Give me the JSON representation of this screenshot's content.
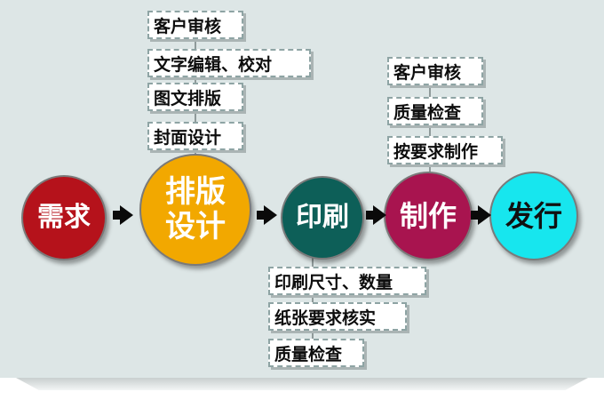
{
  "nodes": {
    "demand": "需求",
    "design_line1": "排版",
    "design_line2": "设计",
    "print": "印刷",
    "make": "制作",
    "publish": "发行"
  },
  "design_steps": [
    "客户审核",
    "文字编辑、校对",
    "图文排版",
    "封面设计"
  ],
  "make_steps": [
    "客户审核",
    "质量检查",
    "按要求制作"
  ],
  "print_steps": [
    "印刷尺寸、数量",
    "纸张要求核实",
    "质量检查"
  ],
  "colors": {
    "demand": "#b5121b",
    "design": "#f2a800",
    "print": "#0d5f58",
    "make": "#a8144f",
    "publish": "#17e6ee"
  }
}
